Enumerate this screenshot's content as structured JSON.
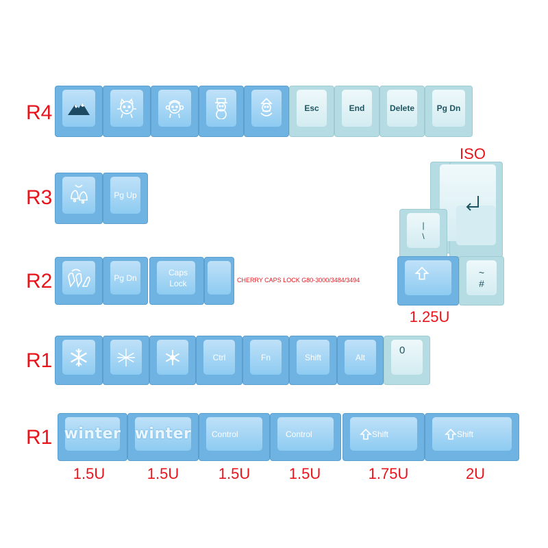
{
  "rows": {
    "r4": {
      "label": "R4",
      "icons": [
        "mountain-icon",
        "cat-icon",
        "monkey-icon",
        "snowman-icon",
        "snowman-bell-icon"
      ],
      "keys": [
        "Esc",
        "End",
        "Delete",
        "Pg Dn"
      ]
    },
    "r3": {
      "label": "R3",
      "icon": "bells-icon",
      "keys": [
        "Pg Up"
      ]
    },
    "r2": {
      "label": "R2",
      "icon": "mittens-icon",
      "keys": [
        "Pg Dn",
        "Caps Lock"
      ],
      "note": "CHERRY CAPS LOCK G80-3000/3484/3494"
    },
    "r1a": {
      "label": "R1",
      "icons": [
        "snowflake-icon",
        "snowflake-icon",
        "snowflake-icon"
      ],
      "keys": [
        "Ctrl",
        "Fn",
        "Shift",
        "Alt",
        "0"
      ]
    },
    "r1b": {
      "label": "R1",
      "keys": [
        "winter",
        "winter",
        "Control",
        "Control",
        "Shift",
        "Shift"
      ],
      "sizes": [
        "1.5U",
        "1.5U",
        "1.5U",
        "1.5U",
        "1.75U",
        "2U"
      ]
    }
  },
  "iso": {
    "title": "ISO",
    "enter_icon": "enter-arrow-icon",
    "backslash": "|\n\\",
    "shift_icon": "shift-arrow-icon",
    "tilde": "~\n#",
    "shift_size": "1.25U"
  },
  "colors": {
    "label_red": "#e8141b",
    "blue_key": "#8ecbf1",
    "light_key": "#d3ecf1",
    "dark_legend": "#1f5560"
  }
}
